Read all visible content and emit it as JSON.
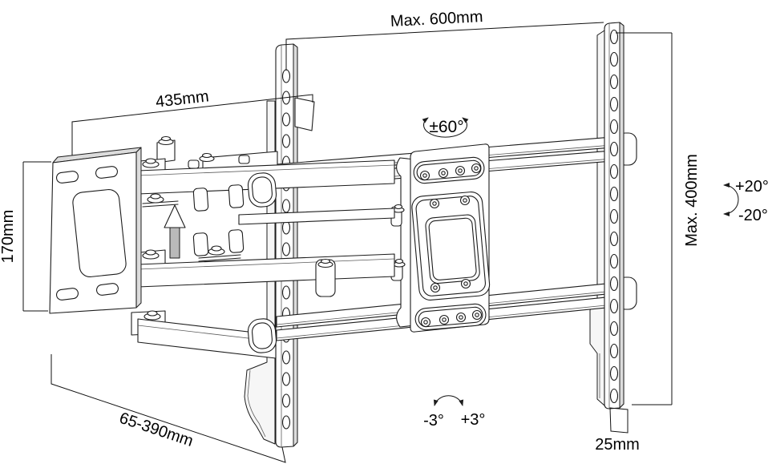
{
  "diagram": {
    "subject": "Articulating full-motion TV wall mount - dimensioned technical drawing",
    "background": "#ffffff",
    "line_color": "#1c1c1c",
    "labels": {
      "max_width": "Max. 600mm",
      "wall_plate_width": "435mm",
      "swivel_range": "±60°",
      "wall_plate_height": "170mm",
      "max_height": "Max. 400mm",
      "tilt_up": "+20°",
      "tilt_down": "-20°",
      "extension_range": "65-390mm",
      "level_left": "-3°",
      "level_right": "+3°",
      "rail_depth": "25mm"
    }
  }
}
